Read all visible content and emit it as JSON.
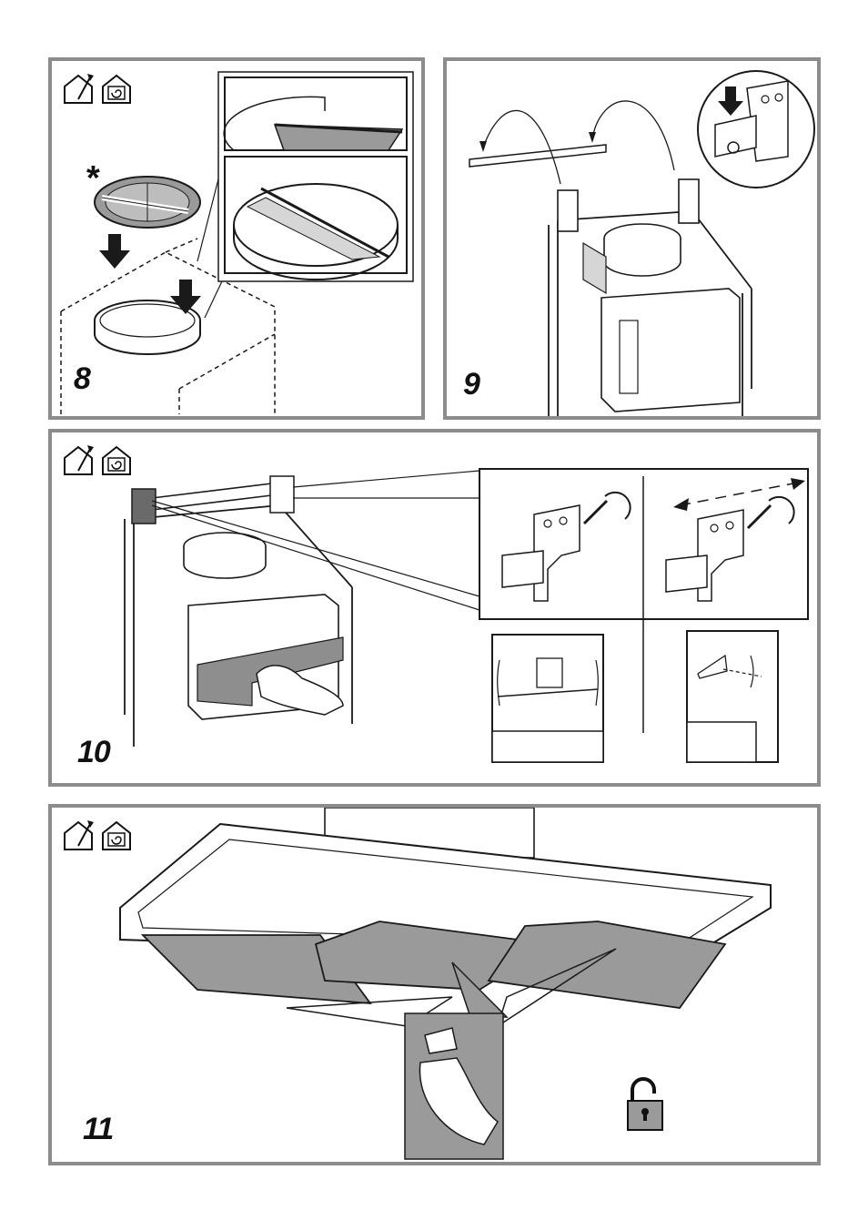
{
  "steps": {
    "step8": {
      "number": "8",
      "asterisk": "*"
    },
    "step9": {
      "number": "9"
    },
    "step10": {
      "number": "10"
    },
    "step11": {
      "number": "11"
    }
  },
  "icons": {
    "ducted": "house-ducted-exhaust-icon",
    "recirculating": "house-recirculation-icon",
    "unlock": "padlock-open-icon"
  },
  "colors": {
    "frame": "#8c8c8c",
    "line": "#1a1a1a",
    "fill_gray": "#9a9a9a",
    "fill_light": "#d6d6d6"
  }
}
